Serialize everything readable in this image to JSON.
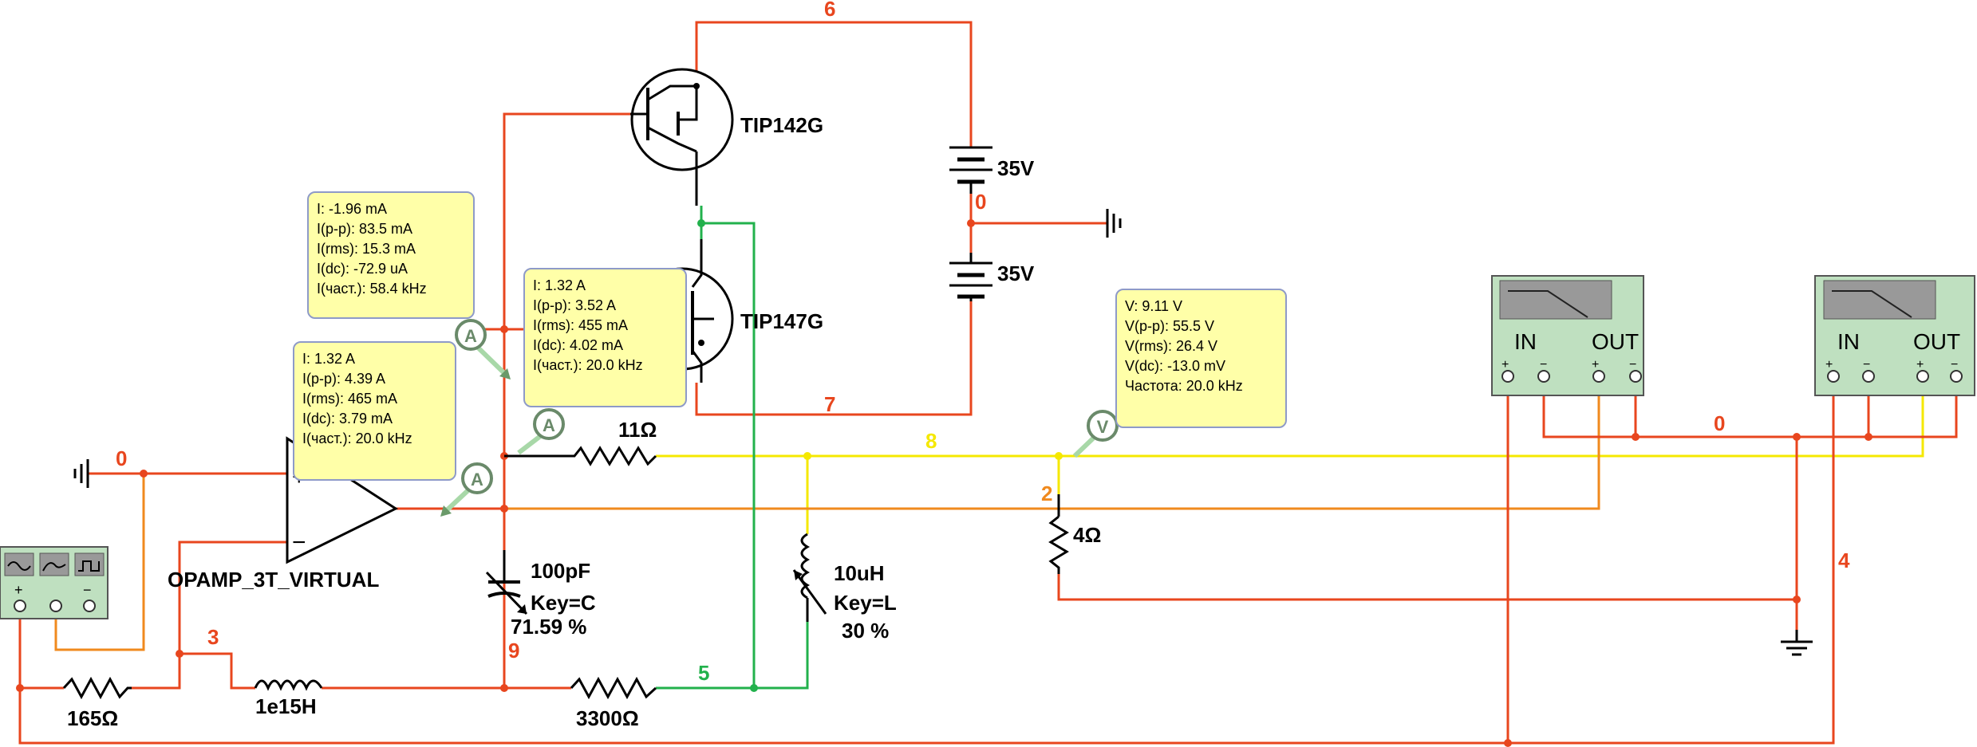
{
  "nets": {
    "n0_left": "0",
    "n0_batt": "0",
    "n0_right": "0",
    "n2": "2",
    "n3": "3",
    "n4": "4",
    "n5": "5",
    "n6": "6",
    "n7": "7",
    "n8": "8",
    "n9": "9"
  },
  "components": {
    "opamp": "OPAMP_3T_VIRTUAL",
    "q_upper": "TIP142G",
    "q_lower": "TIP147G",
    "batt_top": "35V",
    "batt_bottom": "35V",
    "r11": "11Ω",
    "r4": "4Ω",
    "r165": "165Ω",
    "r3300": "3300Ω",
    "inductor_fixed": "1e15H",
    "capacitor_value": "100pF",
    "capacitor_key": "Key=C",
    "capacitor_pct": "71.59  %",
    "inductor_var_value": "10uH",
    "inductor_var_key": "Key=L",
    "inductor_var_pct": "30  %"
  },
  "probe_symbols": {
    "ammeter": "A",
    "voltmeter": "V"
  },
  "probes": {
    "p1": [
      "I: -1.96 mA",
      "I(p-p): 83.5 mA",
      "I(rms): 15.3 mA",
      "I(dc): -72.9 uA",
      "I(част.): 58.4 kHz"
    ],
    "p2": [
      "I: 1.32 A",
      "I(p-p): 3.52 A",
      "I(rms): 455 mA",
      "I(dc): 4.02 mA",
      "I(част.): 20.0 kHz"
    ],
    "p3": [
      "I: 1.32 A",
      "I(p-p): 4.39 A",
      "I(rms): 465 mA",
      "I(dc): 3.79 mA",
      "I(част.): 20.0 kHz"
    ],
    "p4": [
      "V: 9.11 V",
      "V(p-p): 55.5 V",
      "V(rms): 26.4 V",
      "V(dc): -13.0 mV",
      "Частота: 20.0 kHz"
    ]
  },
  "bode": {
    "in_label": "IN",
    "out_label": "OUT",
    "plus": "+",
    "minus": "−"
  },
  "colors": {
    "wire_red": "#e8461e",
    "wire_orange": "#f08a1e",
    "wire_yellow": "#f5e800",
    "wire_green": "#22b14c",
    "probe_bg": "#ffffa8",
    "instrument_bg": "#bfe0c0"
  }
}
